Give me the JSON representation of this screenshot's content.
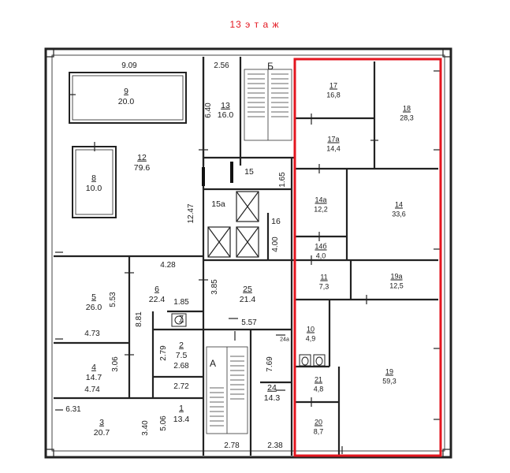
{
  "title": "13 э т а ж",
  "highlight_color": "#e3161f",
  "stair_letters": {
    "b": "Б",
    "a": "А"
  },
  "rooms": {
    "r9": {
      "num": "9",
      "area": "20.0"
    },
    "r8": {
      "num": "8",
      "area": "10.0"
    },
    "r12": {
      "num": "12",
      "area": "79.6"
    },
    "r13": {
      "num": "13",
      "area": "16.0"
    },
    "r15": {
      "num": "15"
    },
    "r15a": {
      "num": "15а"
    },
    "r16": {
      "num": "16"
    },
    "r5": {
      "num": "5",
      "area": "26.0"
    },
    "r6": {
      "num": "6",
      "area": "22.4"
    },
    "r7": {
      "num": "7"
    },
    "r2": {
      "num": "2",
      "area": "7.5"
    },
    "r4": {
      "num": "4",
      "area": "14.7"
    },
    "r3": {
      "num": "3",
      "area": "20.7"
    },
    "r1": {
      "num": "1",
      "area": "13.4"
    },
    "r25": {
      "num": "25",
      "area": "21.4"
    },
    "r24": {
      "num": "24",
      "area": "14.3"
    },
    "r24a": {
      "num": "24а"
    },
    "r17": {
      "num": "17",
      "area": "16,8"
    },
    "r17a": {
      "num": "17а",
      "area": "14,4"
    },
    "r18": {
      "num": "18",
      "area": "28,3"
    },
    "r14a": {
      "num": "14а",
      "area": "12,2"
    },
    "r14": {
      "num": "14",
      "area": "33,6"
    },
    "r14b": {
      "num": "14б",
      "area": "4,0"
    },
    "r11": {
      "num": "11",
      "area": "7,3"
    },
    "r19a": {
      "num": "19а",
      "area": "12,5"
    },
    "r10": {
      "num": "10",
      "area": "4,9"
    },
    "r19": {
      "num": "19",
      "area": "59,3"
    },
    "r21": {
      "num": "21",
      "area": "4,8"
    },
    "r20": {
      "num": "20",
      "area": "8,7"
    }
  },
  "dimensions": {
    "d909": "9.09",
    "d256": "2.56",
    "d640": "6.40",
    "d165": "1.65",
    "d1247": "12.47",
    "d400": "4.00",
    "d428": "4.28",
    "d553": "5.53",
    "d881": "8.81",
    "d185": "1.85",
    "d385": "3.85",
    "d473": "4.73",
    "d557": "5.57",
    "d279": "2.79",
    "d268": "2.68",
    "d306": "3.06",
    "d769": "7.69",
    "d474": "4.74",
    "d272": "2.72",
    "d631": "6.31",
    "d506": "5.06",
    "d340": "3.40",
    "d278": "2.78",
    "d238": "2.38"
  }
}
